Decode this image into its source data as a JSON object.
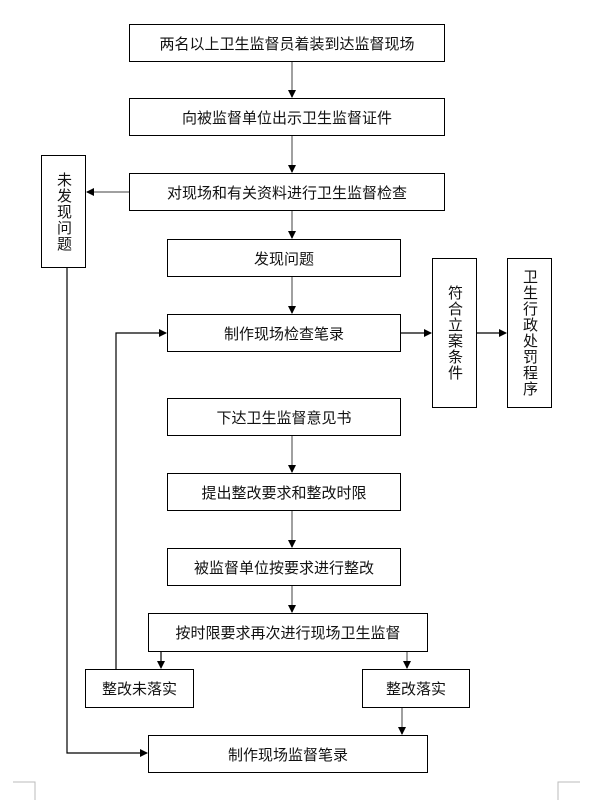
{
  "flowchart": {
    "nodes": {
      "arrive": "两名以上卫生监督员着装到达监督现场",
      "show_id": "向被监督单位出示卫生监督证件",
      "inspect": "对现场和有关资料进行卫生监督检查",
      "no_problem": "未发现问题",
      "found_problem": "发现问题",
      "inspection_record": "制作现场检查笔录",
      "meets_case": "符合立案条件",
      "penalty_procedure": "卫生行政处罚程序",
      "issue_opinion": "下达卫生监督意见书",
      "rectify_requirements": "提出整改要求和整改时限",
      "unit_rectifies": "被监督单位按要求进行整改",
      "recheck": "按时限要求再次进行现场卫生监督",
      "not_rectified": "整改未落实",
      "rectified": "整改落实",
      "supervision_record": "制作现场监督笔录"
    },
    "edges": [
      [
        "arrive",
        "show_id"
      ],
      [
        "show_id",
        "inspect"
      ],
      [
        "inspect",
        "no_problem"
      ],
      [
        "inspect",
        "found_problem"
      ],
      [
        "found_problem",
        "inspection_record"
      ],
      [
        "inspection_record",
        "meets_case"
      ],
      [
        "meets_case",
        "penalty_procedure"
      ],
      [
        "issue_opinion",
        "rectify_requirements"
      ],
      [
        "rectify_requirements",
        "unit_rectifies"
      ],
      [
        "unit_rectifies",
        "recheck"
      ],
      [
        "recheck",
        "not_rectified"
      ],
      [
        "recheck",
        "rectified"
      ],
      [
        "not_rectified",
        "inspection_record"
      ],
      [
        "rectified",
        "supervision_record"
      ],
      [
        "no_problem",
        "supervision_record"
      ]
    ],
    "colors": {
      "border": "#000000",
      "connector": "#808080",
      "arrowhead": "#000000"
    }
  }
}
